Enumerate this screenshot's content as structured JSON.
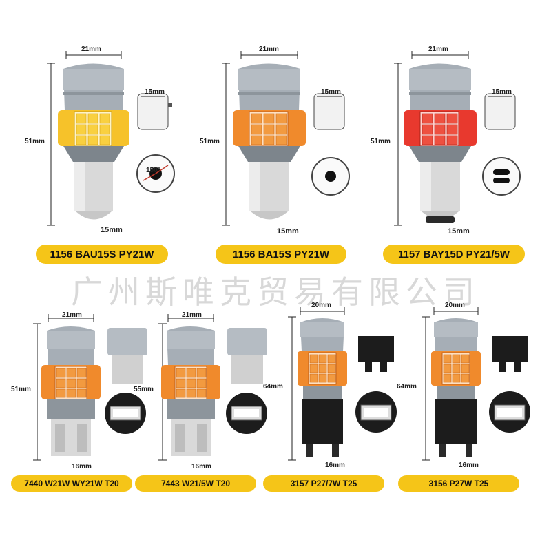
{
  "watermark": "广州斯唯克贸易有限公司",
  "colors": {
    "label_bg": "#f5c518",
    "led_yellow": "#f6c22a",
    "led_amber": "#f08a2c",
    "led_red": "#e8392e",
    "housing_gray": "#9aa3ab",
    "socket_black": "#1c1c1c"
  },
  "products": [
    {
      "label": "1156 BAU15S PY21W",
      "led_color": "yellow",
      "dims": {
        "top": "21mm",
        "height": "51mm",
        "insert_width": "15mm",
        "base": "15mm",
        "angle": "150°"
      }
    },
    {
      "label": "1156 BA15S PY21W",
      "led_color": "amber",
      "dims": {
        "top": "21mm",
        "height": "51mm",
        "insert_width": "15mm",
        "base": "15mm"
      }
    },
    {
      "label": "1157 BAY15D PY21/5W",
      "led_color": "red",
      "dims": {
        "top": "21mm",
        "height": "51mm",
        "insert_width": "15mm",
        "base": "15mm"
      }
    },
    {
      "label": "7440 W21W WY21W T20",
      "led_color": "amber",
      "dims": {
        "top": "21mm",
        "height": "51mm",
        "base": "16mm"
      }
    },
    {
      "label": "7443 W21/5W T20",
      "led_color": "amber",
      "dims": {
        "top": "21mm",
        "height": "55mm",
        "base": "16mm"
      }
    },
    {
      "label": "3157 P27/7W T25",
      "led_color": "amber",
      "dims": {
        "top": "20mm",
        "height": "64mm",
        "base": "16mm"
      }
    },
    {
      "label": "3156 P27W T25",
      "led_color": "amber",
      "dims": {
        "top": "20mm",
        "height": "64mm",
        "base": "16mm"
      }
    }
  ]
}
